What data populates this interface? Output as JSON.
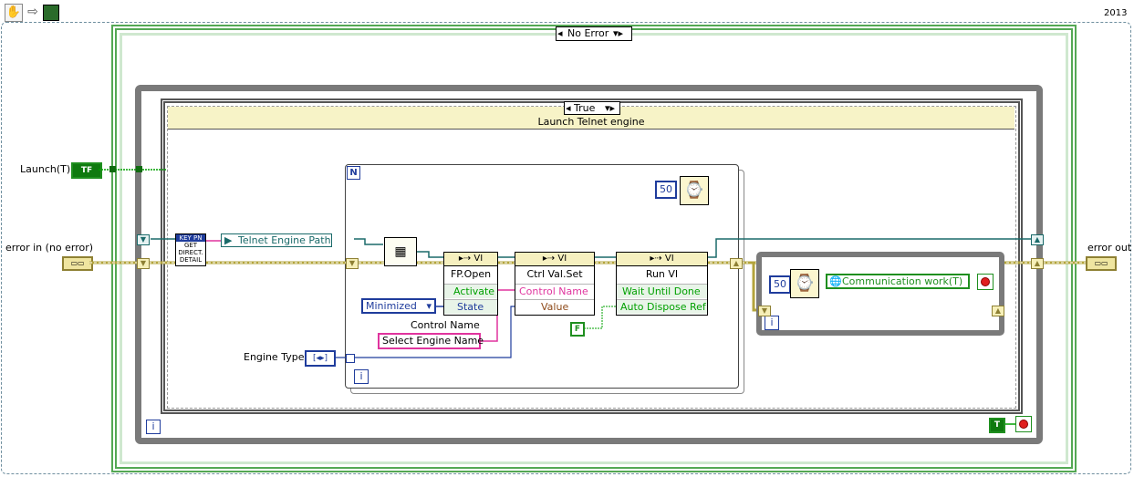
{
  "toolbar": {
    "version": "2013"
  },
  "outer_case": {
    "selector": "No Error"
  },
  "inner_case": {
    "selector": "True",
    "header": "Launch Telnet engine"
  },
  "controls": {
    "launch_label": "Launch(T)",
    "launch_glyph": "TF",
    "error_in_label": "error in (no error)",
    "error_out_label": "error out",
    "engine_type_label": "Engine Type",
    "control_name_label": "Control Name",
    "control_name_value": "Select Engine Name"
  },
  "key_node": {
    "line1": "KEY PN",
    "line2": "GET",
    "line3": "DIRECT.",
    "line4": "DETAIL"
  },
  "telnet_path": "Telnet Engine Path",
  "for_loop": {
    "n_label": "N",
    "i_label": "i",
    "wait_ms": "50"
  },
  "fp_open": {
    "head": "VI",
    "title": "FP.Open",
    "rows": [
      "Activate",
      "State"
    ]
  },
  "ctrl_val_set": {
    "head": "VI",
    "title": "Ctrl Val.Set",
    "rows": [
      "Control Name",
      "Value"
    ]
  },
  "run_vi": {
    "head": "VI",
    "title": "Run VI",
    "rows": [
      "Wait Until Done",
      "Auto Dispose Ref"
    ]
  },
  "state_enum": "Minimized",
  "false_const": "F",
  "while_inner": {
    "wait_ms": "50",
    "global": "Communication work(T)",
    "i_label": "i"
  },
  "while_outer": {
    "i_label": "i",
    "true_const": "T"
  },
  "colors": {
    "error_wire": "#b3a43c",
    "ref_wire": "#1a6a6a",
    "bool_wire": "#00a000",
    "string_wire": "#e0349e",
    "int_wire": "#1f3c9c",
    "frame_gray": "#7a7a7a",
    "case_green": "#3f9f3f"
  }
}
